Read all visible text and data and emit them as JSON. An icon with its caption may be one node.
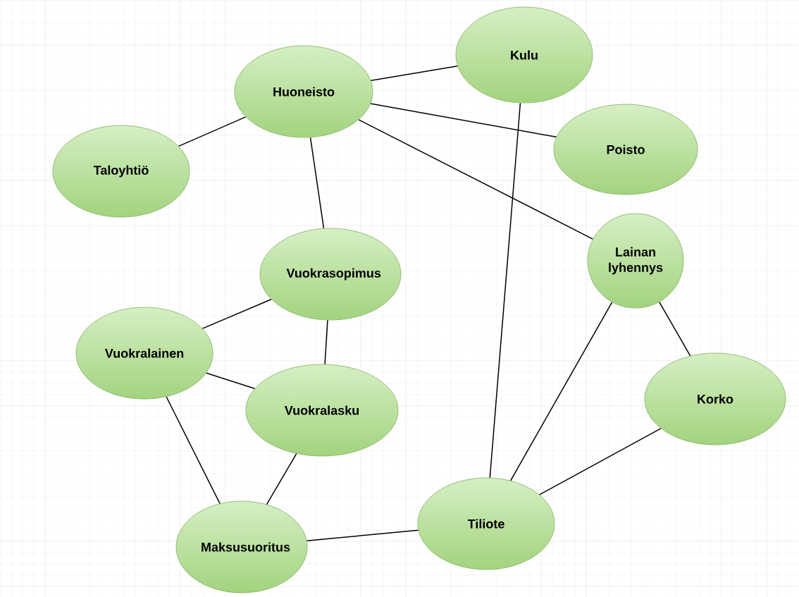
{
  "diagram": {
    "nodes": [
      {
        "text": [
          "Huoneisto"
        ]
      },
      {
        "text": [
          "Kulu"
        ]
      },
      {
        "text": [
          "Taloyhtiö"
        ]
      },
      {
        "text": [
          "Poisto"
        ]
      },
      {
        "text": [
          "Lainan lyhennys"
        ]
      },
      {
        "text": [
          "Vuokrasopimus"
        ]
      },
      {
        "text": [
          "Vuokralainen"
        ]
      },
      {
        "text": [
          "Vuokralasku"
        ]
      },
      {
        "text": [
          "Korko"
        ]
      },
      {
        "text": [
          "Tiliote"
        ]
      },
      {
        "text": [
          "Maksusuoritus"
        ]
      }
    ],
    "edges": [
      {
        "from": 0,
        "to": 1,
        "arrow": "none"
      },
      {
        "from": 0,
        "to": 2,
        "arrow": "none"
      },
      {
        "from": 0,
        "to": 3,
        "arrow": "none"
      },
      {
        "from": 0,
        "to": 5,
        "arrow": "none"
      },
      {
        "from": 0,
        "to": 4,
        "arrow": "none"
      },
      {
        "from": 1,
        "to": 9,
        "arrow": "none"
      },
      {
        "from": 5,
        "to": 6,
        "arrow": "none"
      },
      {
        "from": 5,
        "to": 7,
        "arrow": "none"
      },
      {
        "from": 6,
        "to": 7,
        "arrow": "none"
      },
      {
        "from": 6,
        "to": 10,
        "arrow": "none"
      },
      {
        "from": 7,
        "to": 10,
        "arrow": "none"
      },
      {
        "from": 10,
        "to": 9,
        "arrow": "none"
      },
      {
        "from": 4,
        "to": 9,
        "arrow": "none"
      },
      {
        "from": 4,
        "to": 8,
        "arrow": "none"
      },
      {
        "from": 8,
        "to": 9,
        "arrow": "none"
      }
    ]
  }
}
